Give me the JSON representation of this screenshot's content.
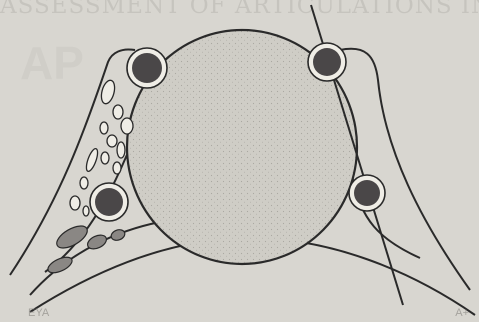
{
  "bleed_through": {
    "header": "ASSESSMENT OF ARTICULATIONS IN",
    "header_sub": "AP",
    "corner_left": "EYA",
    "corner_right": "A+"
  },
  "colors": {
    "background": "#d8d6d0",
    "outline": "#2a2a2a",
    "head_fill": "#cfcdc6",
    "marker_fill": "#4a4748",
    "ring_fill": "#efede6"
  },
  "markers": [
    {
      "name": "marker-top-left",
      "shade": "dark"
    },
    {
      "name": "marker-top-right",
      "shade": "dark"
    },
    {
      "name": "marker-right",
      "shade": "dark"
    },
    {
      "name": "marker-left",
      "shade": "dark"
    }
  ]
}
